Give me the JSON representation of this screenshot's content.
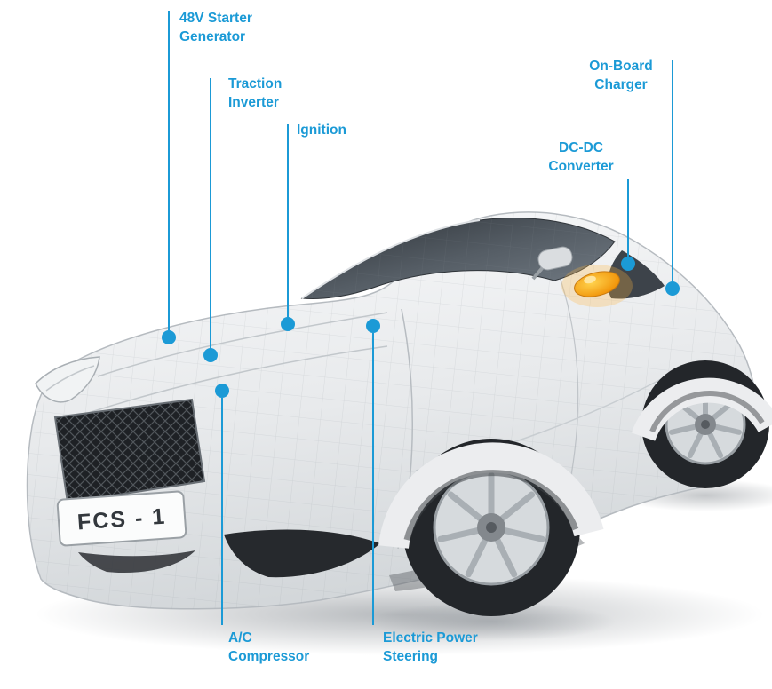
{
  "accent_color": "#1b9ad6",
  "car": {
    "license_plate": "FCS - 1"
  },
  "callouts": [
    {
      "id": "starter-generator",
      "label": "48V Starter\nGenerator"
    },
    {
      "id": "traction-inverter",
      "label": "Traction\nInverter"
    },
    {
      "id": "ignition",
      "label": "Ignition"
    },
    {
      "id": "onboard-charger",
      "label": "On-Board\nCharger"
    },
    {
      "id": "dcdc-converter",
      "label": "DC-DC\nConverter"
    },
    {
      "id": "ac-compressor",
      "label": "A/C\nCompressor"
    },
    {
      "id": "electric-power-steering",
      "label": "Electric Power\nSteering"
    }
  ]
}
